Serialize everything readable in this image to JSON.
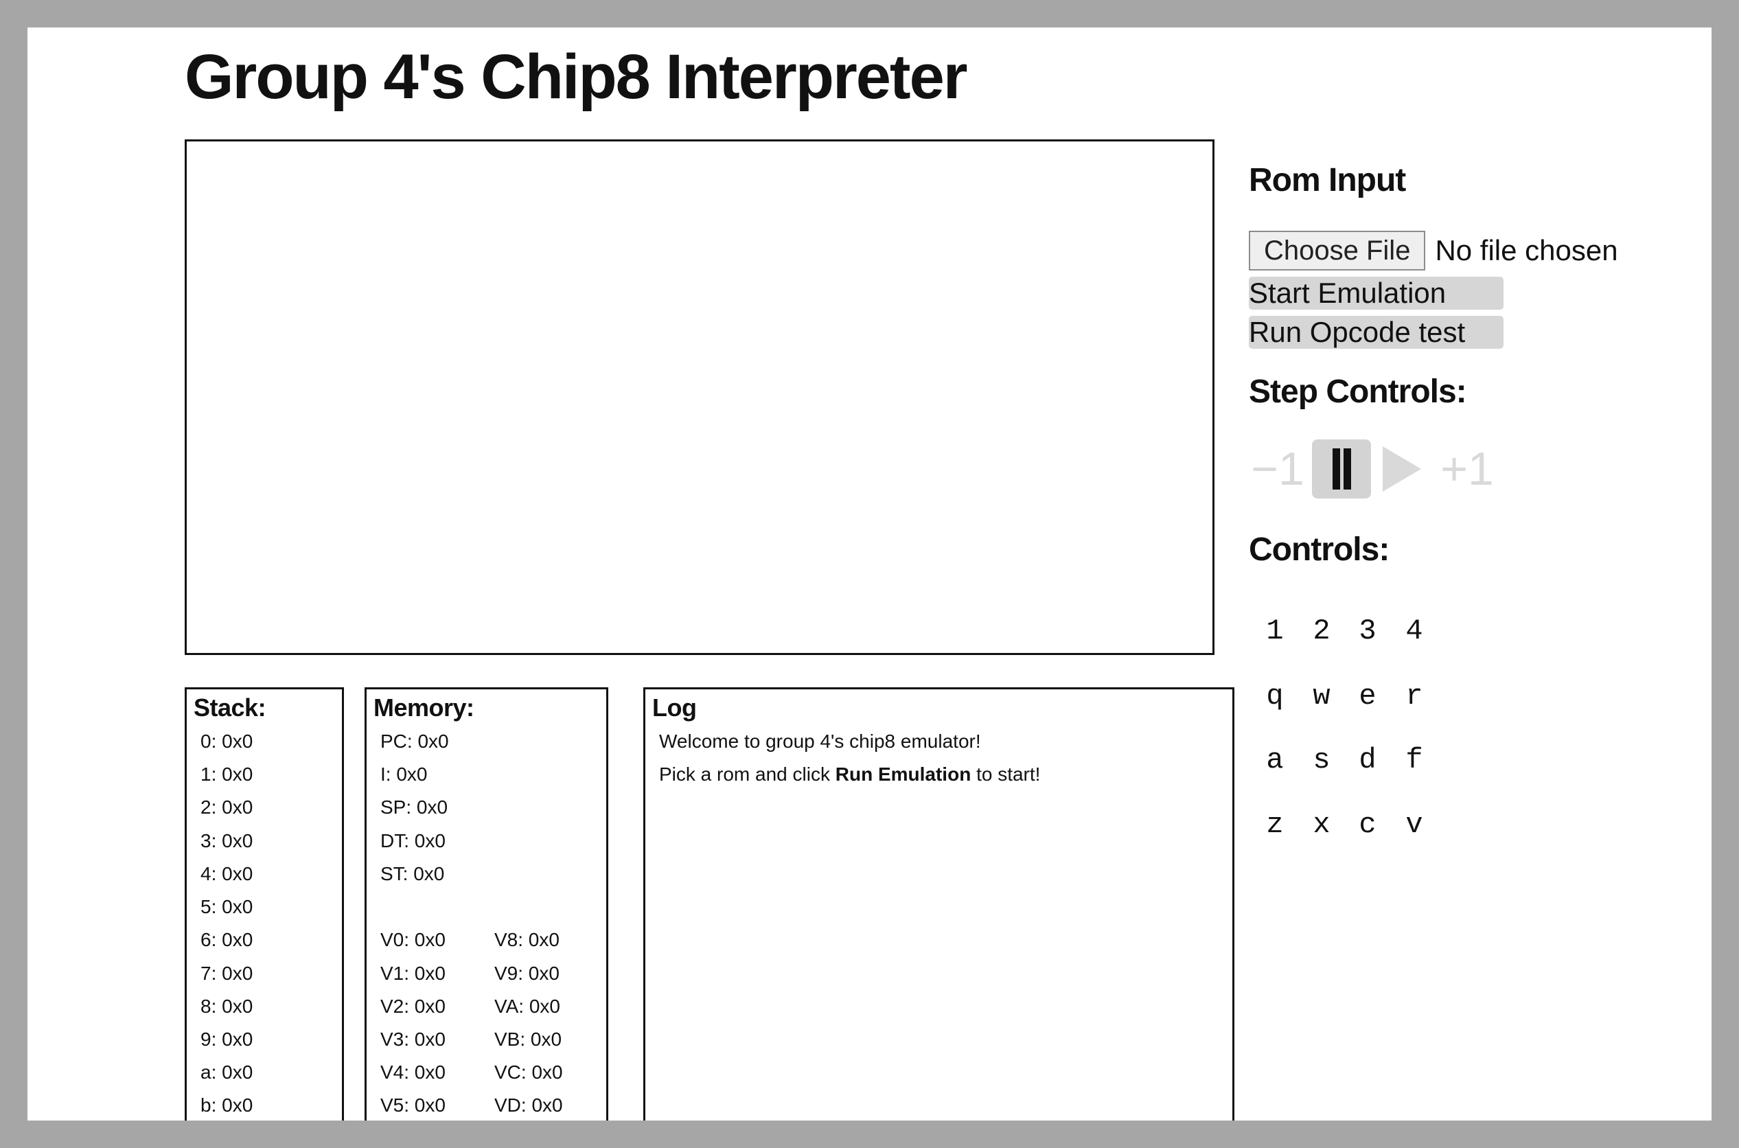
{
  "title": "Group 4's Chip8 Interpreter",
  "rom_input": {
    "heading": "Rom Input",
    "choose_file_label": "Choose File",
    "file_status": "No file chosen",
    "start_button": "Start Emulation",
    "opcode_button": "Run Opcode test"
  },
  "step_controls": {
    "heading": "Step Controls:",
    "step_back_label": "−1",
    "step_forward_label": "+1",
    "pause_icon": "pause-icon",
    "play_icon": "play-icon"
  },
  "controls": {
    "heading": "Controls:",
    "keys": [
      [
        "1",
        "2",
        "3",
        "4"
      ],
      [
        "q",
        "w",
        "e",
        "r"
      ],
      [
        "a",
        "s",
        "d",
        "f"
      ],
      [
        "z",
        "x",
        "c",
        "v"
      ]
    ]
  },
  "stack": {
    "title": "Stack:",
    "entries": [
      "0: 0x0",
      "1: 0x0",
      "2: 0x0",
      "3: 0x0",
      "4: 0x0",
      "5: 0x0",
      "6: 0x0",
      "7: 0x0",
      "8: 0x0",
      "9: 0x0",
      "a: 0x0",
      "b: 0x0"
    ]
  },
  "memory": {
    "title": "Memory:",
    "special": [
      "PC: 0x0",
      "I: 0x0",
      "SP: 0x0",
      "DT: 0x0",
      "ST: 0x0"
    ],
    "v_left": [
      "V0: 0x0",
      "V1: 0x0",
      "V2: 0x0",
      "V3: 0x0",
      "V4: 0x0",
      "V5: 0x0"
    ],
    "v_right": [
      "V8: 0x0",
      "V9: 0x0",
      "VA: 0x0",
      "VB: 0x0",
      "VC: 0x0",
      "VD: 0x0"
    ]
  },
  "log": {
    "title": "Log",
    "welcome": "Welcome to group 4's chip8 emulator!",
    "instruction_prefix": "Pick a rom and click ",
    "instruction_bold": "Run Emulation",
    "instruction_suffix": " to start!"
  },
  "colors": {
    "frame": "#a6a6a6",
    "button_bg": "#d6d6d6",
    "disabled_glyph": "#d9d9d9"
  }
}
